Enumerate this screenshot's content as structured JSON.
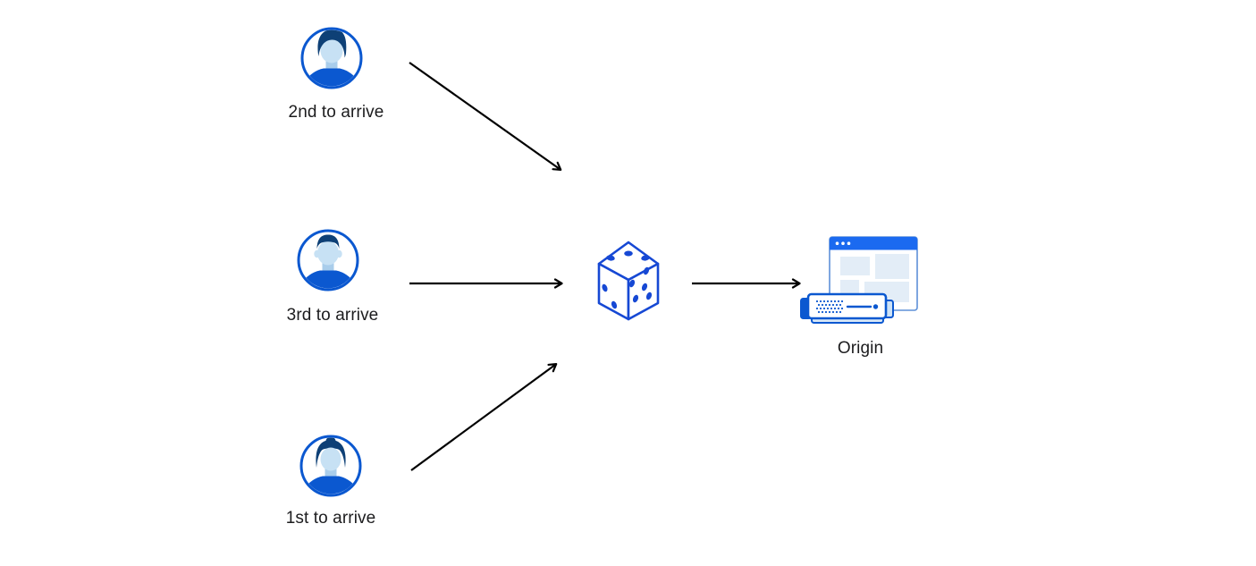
{
  "diagram": {
    "clients": [
      {
        "label": "2nd to arrive",
        "icon": "avatar-male-pompadour-icon"
      },
      {
        "label": "3rd to arrive",
        "icon": "avatar-male-shorthair-icon"
      },
      {
        "label": "1st to arrive",
        "icon": "avatar-female-icon"
      }
    ],
    "router": {
      "icon": "dice-icon"
    },
    "origin": {
      "label": "Origin",
      "icon": "origin-server-icon"
    }
  },
  "theme": {
    "colors": {
      "primary_blue": "#0b58d0",
      "dice_blue": "#1648d4",
      "navy_hair": "#0e4076",
      "face": "#c7e1f4",
      "neck": "#a9cdeb",
      "panel": "#e3edf7",
      "tab_fill": "#cde2f6",
      "base_fill": "#d9e8f7",
      "window_bar": "#1b6af0",
      "window_border": "#5e90d8",
      "arrow": "#000000",
      "text": "#1c1c1e"
    }
  }
}
